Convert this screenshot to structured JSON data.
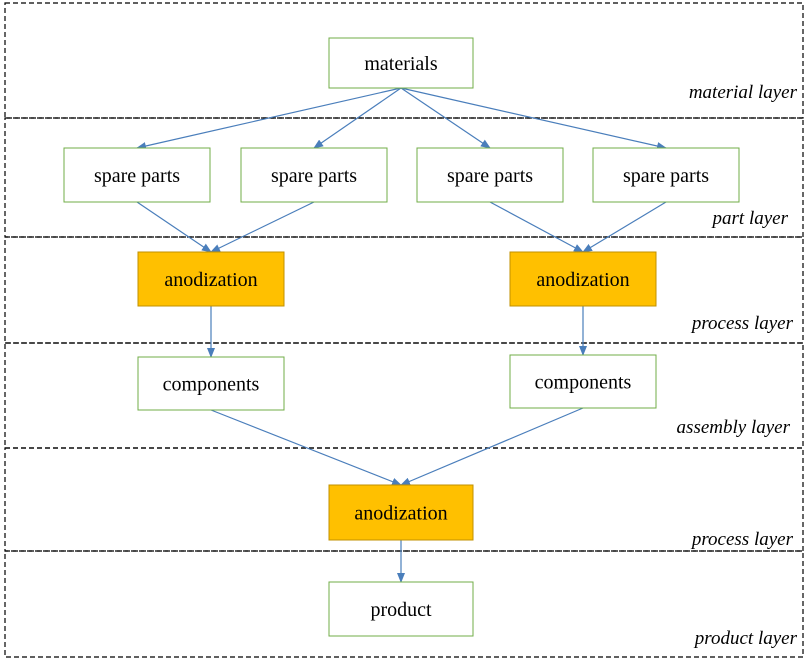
{
  "colors": {
    "process_fill": "#ffc000",
    "process_border": "#c09000",
    "node_border": "#70ad47",
    "arrow": "#4a7ebb",
    "layer_border": "#000000"
  },
  "layers": [
    {
      "id": "material",
      "label": "material layer"
    },
    {
      "id": "part",
      "label": "part layer"
    },
    {
      "id": "process1",
      "label": "process layer"
    },
    {
      "id": "assembly",
      "label": "assembly layer"
    },
    {
      "id": "process2",
      "label": "process layer"
    },
    {
      "id": "product",
      "label": "product layer"
    }
  ],
  "nodes": [
    {
      "id": "materials",
      "label": "materials",
      "kind": "normal"
    },
    {
      "id": "part1",
      "label": "spare parts",
      "kind": "normal"
    },
    {
      "id": "part2",
      "label": "spare parts",
      "kind": "normal"
    },
    {
      "id": "part3",
      "label": "spare parts",
      "kind": "normal"
    },
    {
      "id": "part4",
      "label": "spare parts",
      "kind": "normal"
    },
    {
      "id": "anod1",
      "label": "anodization",
      "kind": "process"
    },
    {
      "id": "anod2",
      "label": "anodization",
      "kind": "process"
    },
    {
      "id": "comp1",
      "label": "components",
      "kind": "normal"
    },
    {
      "id": "comp2",
      "label": "components",
      "kind": "normal"
    },
    {
      "id": "anod3",
      "label": "anodization",
      "kind": "process"
    },
    {
      "id": "product",
      "label": "product",
      "kind": "normal"
    }
  ],
  "edges": [
    {
      "from": "materials",
      "to": "part1"
    },
    {
      "from": "materials",
      "to": "part2"
    },
    {
      "from": "materials",
      "to": "part3"
    },
    {
      "from": "materials",
      "to": "part4"
    },
    {
      "from": "part1",
      "to": "anod1"
    },
    {
      "from": "part2",
      "to": "anod1"
    },
    {
      "from": "part3",
      "to": "anod2"
    },
    {
      "from": "part4",
      "to": "anod2"
    },
    {
      "from": "anod1",
      "to": "comp1"
    },
    {
      "from": "anod2",
      "to": "comp2"
    },
    {
      "from": "comp1",
      "to": "anod3"
    },
    {
      "from": "comp2",
      "to": "anod3"
    },
    {
      "from": "anod3",
      "to": "product"
    }
  ]
}
